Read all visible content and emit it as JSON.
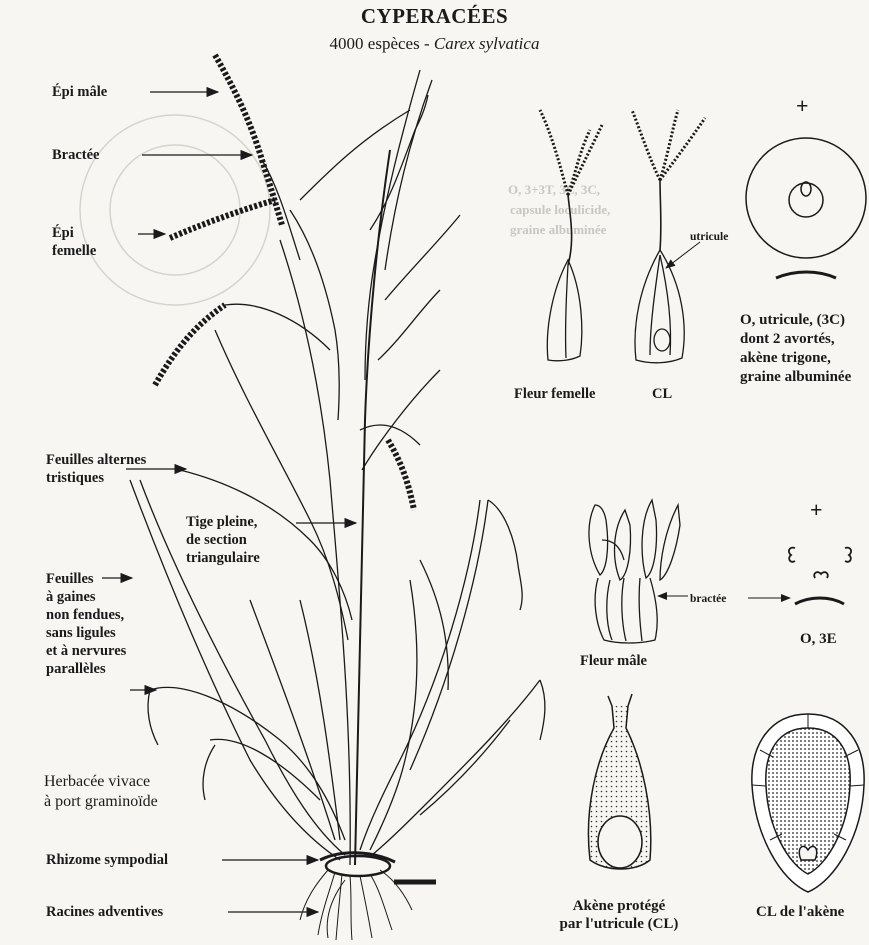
{
  "header": {
    "title": "CYPERACÉES",
    "subtitle_prefix": "4000 espèces - ",
    "subtitle_species": "Carex sylvatica"
  },
  "plant_labels": {
    "epi_male": "Épi mâle",
    "bractee": "Bractée",
    "epi_femelle_1": "Épi",
    "epi_femelle_2": "femelle",
    "feuilles_alternes_1": "Feuilles alternes",
    "feuilles_alternes_2": "tristiques",
    "tige_1": "Tige pleine,",
    "tige_2": "de section",
    "tige_3": "triangulaire",
    "feuilles_gaines_1": "Feuilles",
    "feuilles_gaines_2": "à gaines",
    "feuilles_gaines_3": "non fendues,",
    "feuilles_gaines_4": "sans ligules",
    "feuilles_gaines_5": "et à nervures",
    "feuilles_gaines_6": "parallèles",
    "herbacee_1": "Herbacée vivace",
    "herbacee_2": "à port graminoïde",
    "rhizome": "Rhizome sympodial",
    "racines": "Racines adventives"
  },
  "flower_labels": {
    "fleur_femelle": "Fleur femelle",
    "cl": "CL",
    "utricule": "utricule",
    "formula_f_1": "O, utricule, (3C)",
    "formula_f_2": "dont 2 avortés,",
    "formula_f_3": "akène trigone,",
    "formula_f_4": "graine albuminée",
    "plus_top": "+",
    "bractee_small": "bractée",
    "fleur_male": "Fleur mâle",
    "plus_mid": "+",
    "formula_m": "O, 3E",
    "akene_1": "Akène protégé",
    "akene_2": "par l'utricule (CL)",
    "cl_akene": "CL de l'akène"
  },
  "colors": {
    "ink": "#1a1a1a",
    "paper": "#f7f6f2",
    "ghost": "#c9c7c0"
  }
}
